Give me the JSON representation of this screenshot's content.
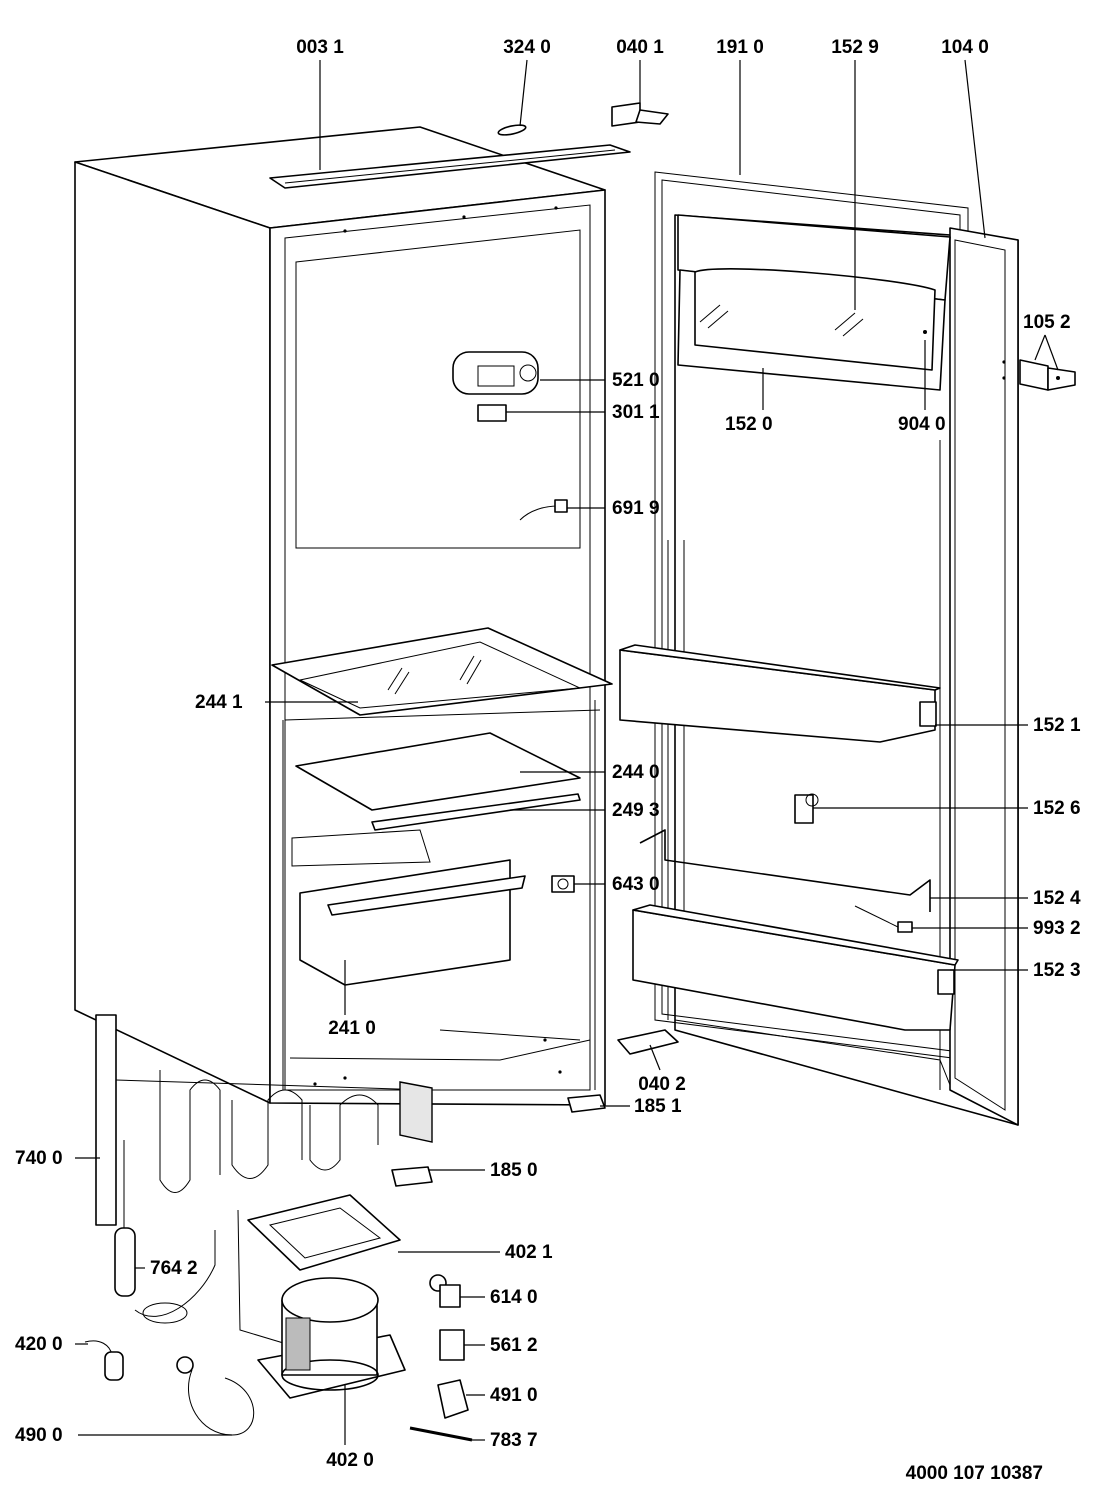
{
  "drawing_number": "4000 107 10387",
  "labels": {
    "p0031": "003 1",
    "p3240": "324 0",
    "p0401": "040 1",
    "p1910": "191 0",
    "p1529": "152 9",
    "p1040": "104 0",
    "p1052": "105 2",
    "p5210": "521 0",
    "p3011": "301 1",
    "p1520": "152 0",
    "p9040": "904 0",
    "p6919": "691 9",
    "p2441": "244 1",
    "p1521": "152 1",
    "p2440": "244 0",
    "p2493": "249 3",
    "p1526": "152 6",
    "p6430": "643 0",
    "p1524": "152 4",
    "p9932": "993 2",
    "p1523": "152 3",
    "p2410": "241 0",
    "p0402": "040 2",
    "p1851": "185 1",
    "p7400": "740 0",
    "p1850": "185 0",
    "p4021": "402 1",
    "p7642": "764 2",
    "p6140": "614 0",
    "p4200": "420 0",
    "p5612": "561 2",
    "p4910": "491 0",
    "p4900": "490 0",
    "p7837": "783 7",
    "p4020": "402 0"
  }
}
